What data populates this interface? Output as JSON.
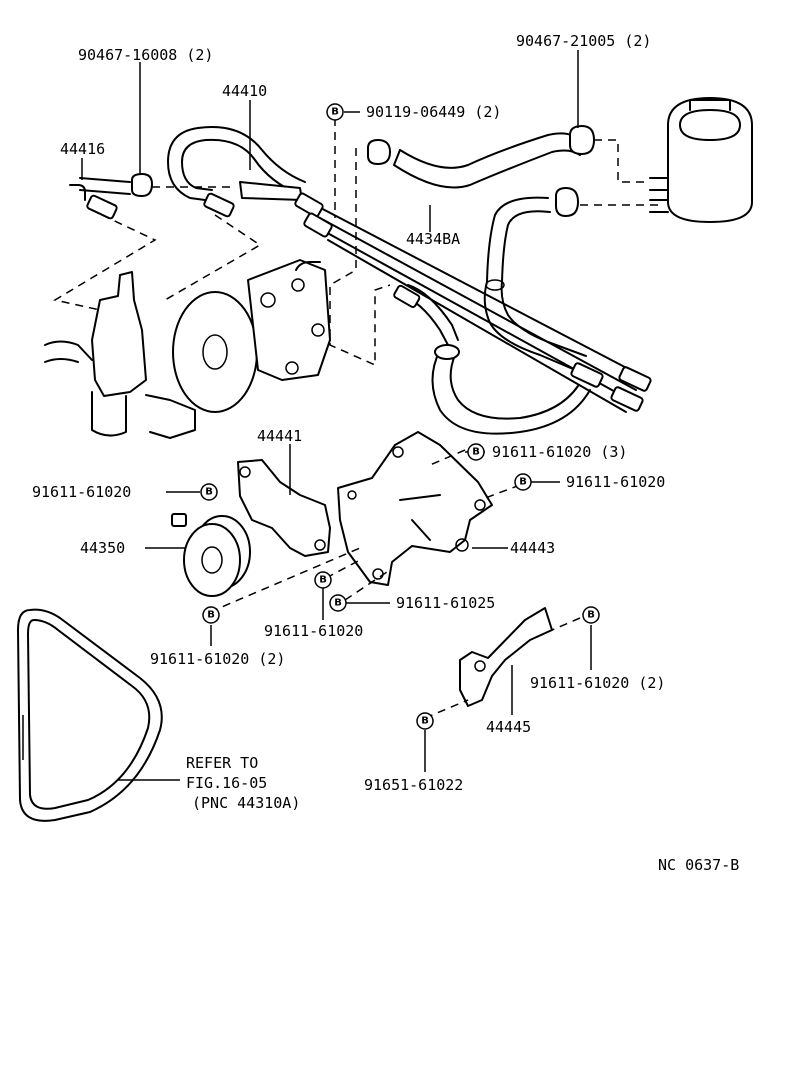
{
  "labels": {
    "p90467_16008": "90467-16008 (2)",
    "p44410": "44410",
    "p44416": "44416",
    "p90119_06449": "90119-06449 (2)",
    "p90467_21005": "90467-21005 (2)",
    "p4434ba": "4434BA",
    "p44441": "44441",
    "p91611_61020_3": "91611-61020 (3)",
    "p91611_61020_right": "91611-61020",
    "p91611_61020_left": "91611-61020",
    "p44350": "44350",
    "p44443": "44443",
    "p91611_61025": "91611-61025",
    "p91611_61020_mid": "91611-61020",
    "p91611_61020_2_left": "91611-61020 (2)",
    "p91611_61020_2_right": "91611-61020 (2)",
    "p44445": "44445",
    "p91651_61022": "91651-61022",
    "refer_line1": "REFER TO",
    "refer_line2": "FIG.16-05",
    "refer_line3": "(PNC 44310A)",
    "drawing_code": "NC 0637-B"
  },
  "bolt_mark": "B"
}
